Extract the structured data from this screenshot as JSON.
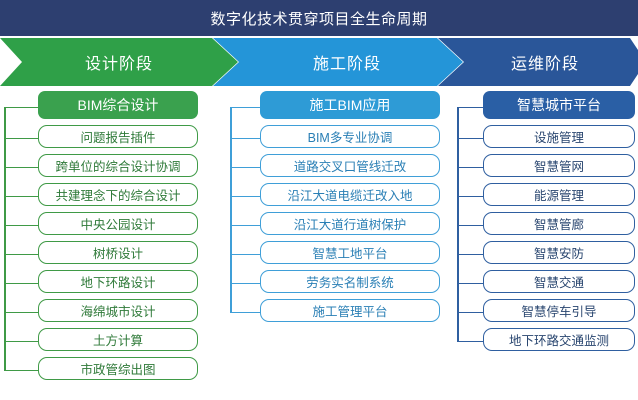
{
  "header": {
    "title": "数字化技术贯穿项目全生命周期"
  },
  "stages": [
    {
      "label": "设计阶段",
      "color": "#2fa048"
    },
    {
      "label": "施工阶段",
      "color": "#2495d8"
    },
    {
      "label": "运维阶段",
      "color": "#2a5699"
    }
  ],
  "columns": [
    {
      "name": "design",
      "accent": "#3f9a46",
      "head": "BIM综合设计",
      "items": [
        "问题报告插件",
        "跨单位的综合设计协调",
        "共建理念下的综合设计",
        "中央公园设计",
        "树桥设计",
        "地下环路设计",
        "海绵城市设计",
        "土方计算",
        "市政管综出图"
      ]
    },
    {
      "name": "construction",
      "accent": "#3f9fd8",
      "head": "施工BIM应用",
      "items": [
        "BIM多专业协调",
        "道路交叉口管线迁改",
        "沿江大道电缆迁改入地",
        "沿江大道行道树保护",
        "智慧工地平台",
        "劳务实名制系统",
        "施工管理平台"
      ]
    },
    {
      "name": "operation",
      "accent": "#2f5fa0",
      "head": "智慧城市平台",
      "items": [
        "设施管理",
        "智慧管网",
        "能源管理",
        "智慧管廊",
        "智慧安防",
        "智慧交通",
        "智慧停车引导",
        "地下环路交通监测"
      ]
    }
  ]
}
